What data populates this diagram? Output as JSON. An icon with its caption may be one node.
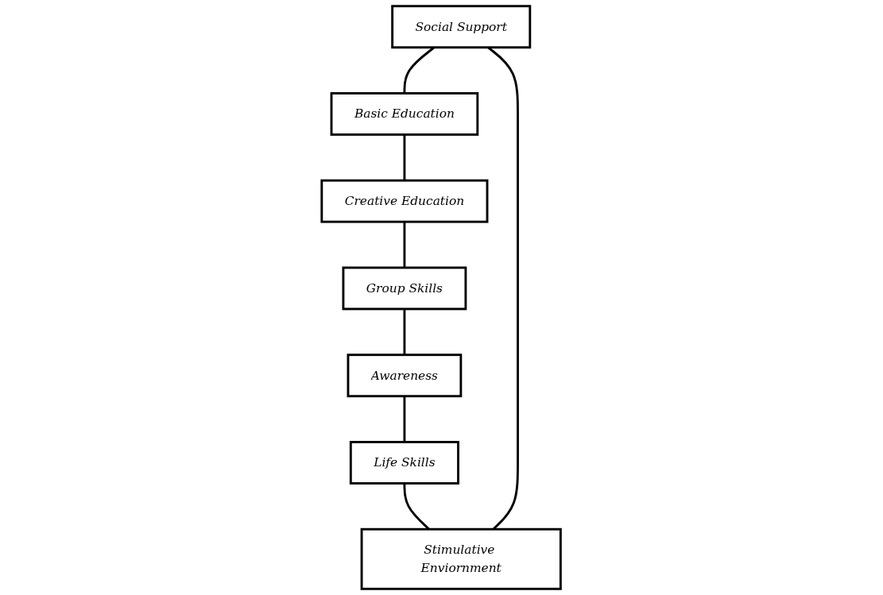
{
  "diagram": {
    "nodes": [
      {
        "text": [
          "Social Support"
        ]
      },
      {
        "text": [
          "Stimulative Enviornment"
        ]
      },
      {
        "text": [
          "Basic Education"
        ]
      },
      {
        "text": [
          "Life Skills"
        ]
      },
      {
        "text": [
          "Creative Education"
        ]
      },
      {
        "text": [
          "Awareness"
        ]
      },
      {
        "text": [
          "Group Skills"
        ]
      }
    ],
    "edges": [
      {
        "from": 0,
        "to": 2,
        "arrow": "none"
      },
      {
        "from": 2,
        "to": 4,
        "arrow": "none"
      },
      {
        "from": 4,
        "to": 6,
        "arrow": "none"
      },
      {
        "from": 6,
        "to": 5,
        "arrow": "none"
      },
      {
        "from": 5,
        "to": 3,
        "arrow": "none"
      },
      {
        "from": 3,
        "to": 1,
        "arrow": "none"
      },
      {
        "from": 1,
        "to": 0,
        "arrow": "none"
      }
    ]
  }
}
